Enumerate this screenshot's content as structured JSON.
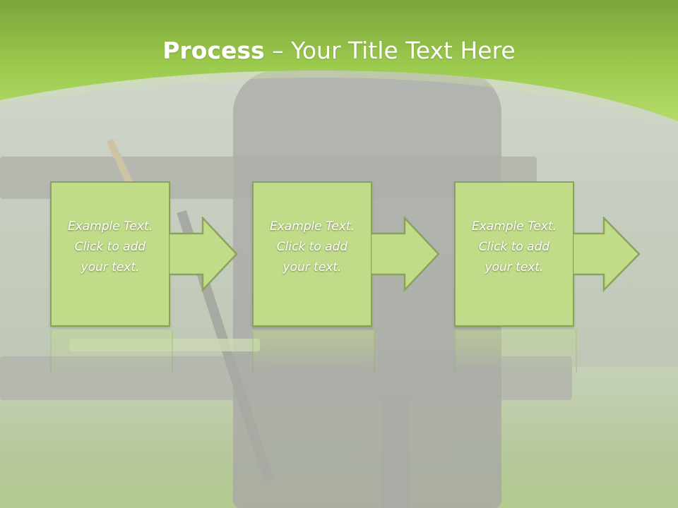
{
  "slide": {
    "title_bold": "Process",
    "title_rest": " – Your Title Text Here"
  },
  "steps": [
    {
      "line1": "Example Text.",
      "line2": "Click  to add",
      "line3": "your text."
    },
    {
      "line1": "Example Text.",
      "line2": "Click  to add",
      "line3": "your text."
    },
    {
      "line1": "Example Text.",
      "line2": "Click  to add",
      "line3": "your text."
    }
  ],
  "colors": {
    "header_green": "#9cca4e",
    "box_fill": "#c1dc88",
    "box_border": "#8aa25e",
    "title_text": "#ffffff"
  }
}
